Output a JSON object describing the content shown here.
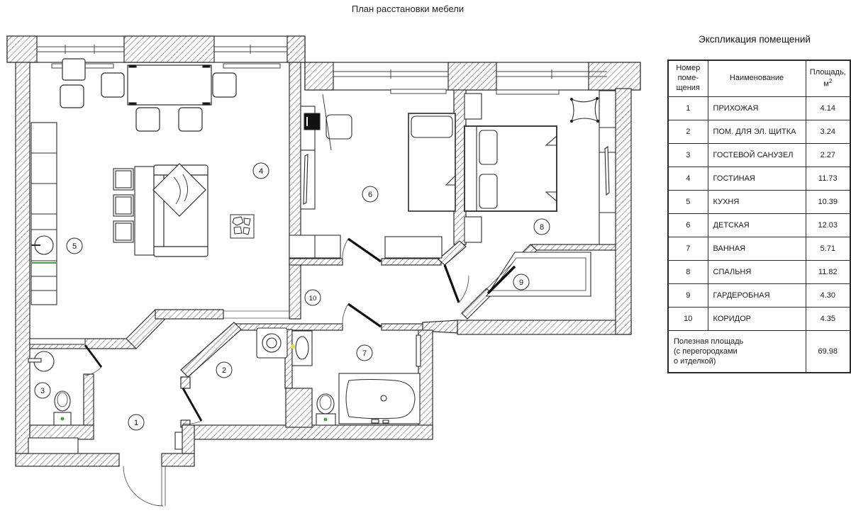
{
  "page_title": "План расстановки мебели",
  "legend": {
    "title": "Экспликация помещений",
    "header": {
      "number_lines": [
        "Номер",
        "поме-",
        "щения"
      ],
      "name": "Наименование",
      "area_label": "Площадь,",
      "area_unit": "м",
      "area_sup": "2"
    },
    "rows": [
      {
        "num": "1",
        "name": "ПРИХОЖАЯ",
        "area": "4.14"
      },
      {
        "num": "2",
        "name": "ПОМ. ДЛЯ ЭЛ. ЩИТКА",
        "area": "3.24"
      },
      {
        "num": "3",
        "name": "ГОСТЕВОЙ САНУЗЕЛ",
        "area": "2.27"
      },
      {
        "num": "4",
        "name": "ГОСТИНАЯ",
        "area": "11.73"
      },
      {
        "num": "5",
        "name": "КУХНЯ",
        "area": "10.39"
      },
      {
        "num": "6",
        "name": "ДЕТСКАЯ",
        "area": "12.03"
      },
      {
        "num": "7",
        "name": "ВАННАЯ",
        "area": "5.71"
      },
      {
        "num": "8",
        "name": "СПАЛЬНЯ",
        "area": "11.82"
      },
      {
        "num": "9",
        "name": "ГАРДЕРОБНАЯ",
        "area": "4.30"
      },
      {
        "num": "10",
        "name": "КОРИДОР",
        "area": "4.35"
      }
    ],
    "total": {
      "label_lines": [
        "Полезная площадь",
        "(с перегородками",
        "о итделкой)"
      ],
      "value": "69.98"
    }
  },
  "plan": {
    "room_numbers": [
      "1",
      "2",
      "3",
      "4",
      "5",
      "6",
      "7",
      "8",
      "9",
      "10"
    ],
    "accent_colors": {
      "highlight_yellow": "#e6e03a",
      "fixture_green": "#3aaa35"
    }
  }
}
